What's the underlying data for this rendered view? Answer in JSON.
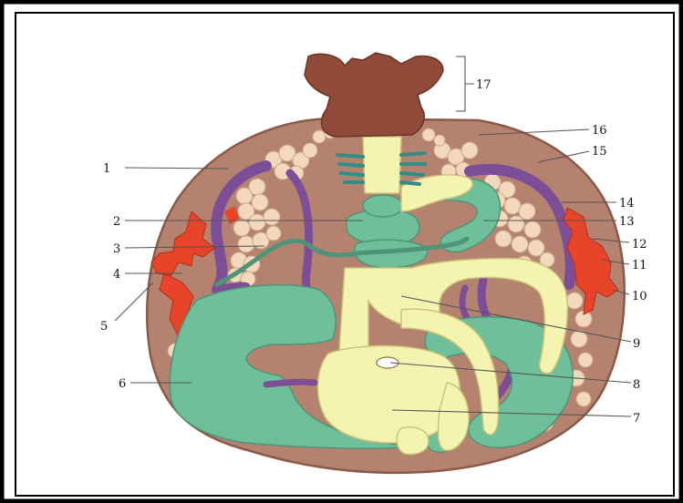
{
  "labels": [
    "1",
    "2",
    "3",
    "4",
    "5",
    "6",
    "7",
    "8",
    "9",
    "10",
    "11",
    "12",
    "13",
    "14",
    "15",
    "16",
    "17"
  ],
  "colors": {
    "frame": "#000000",
    "body": "#b5826f",
    "body_outline": "#8a5a48",
    "pale_yellow": "#f5f3b0",
    "green": "#6fbf9a",
    "purple": "#7d4e98",
    "red": "#e8442a",
    "fat": "#f4d8bc",
    "dark_brown": "#8f4a3a",
    "teal": "#2e8f84"
  }
}
